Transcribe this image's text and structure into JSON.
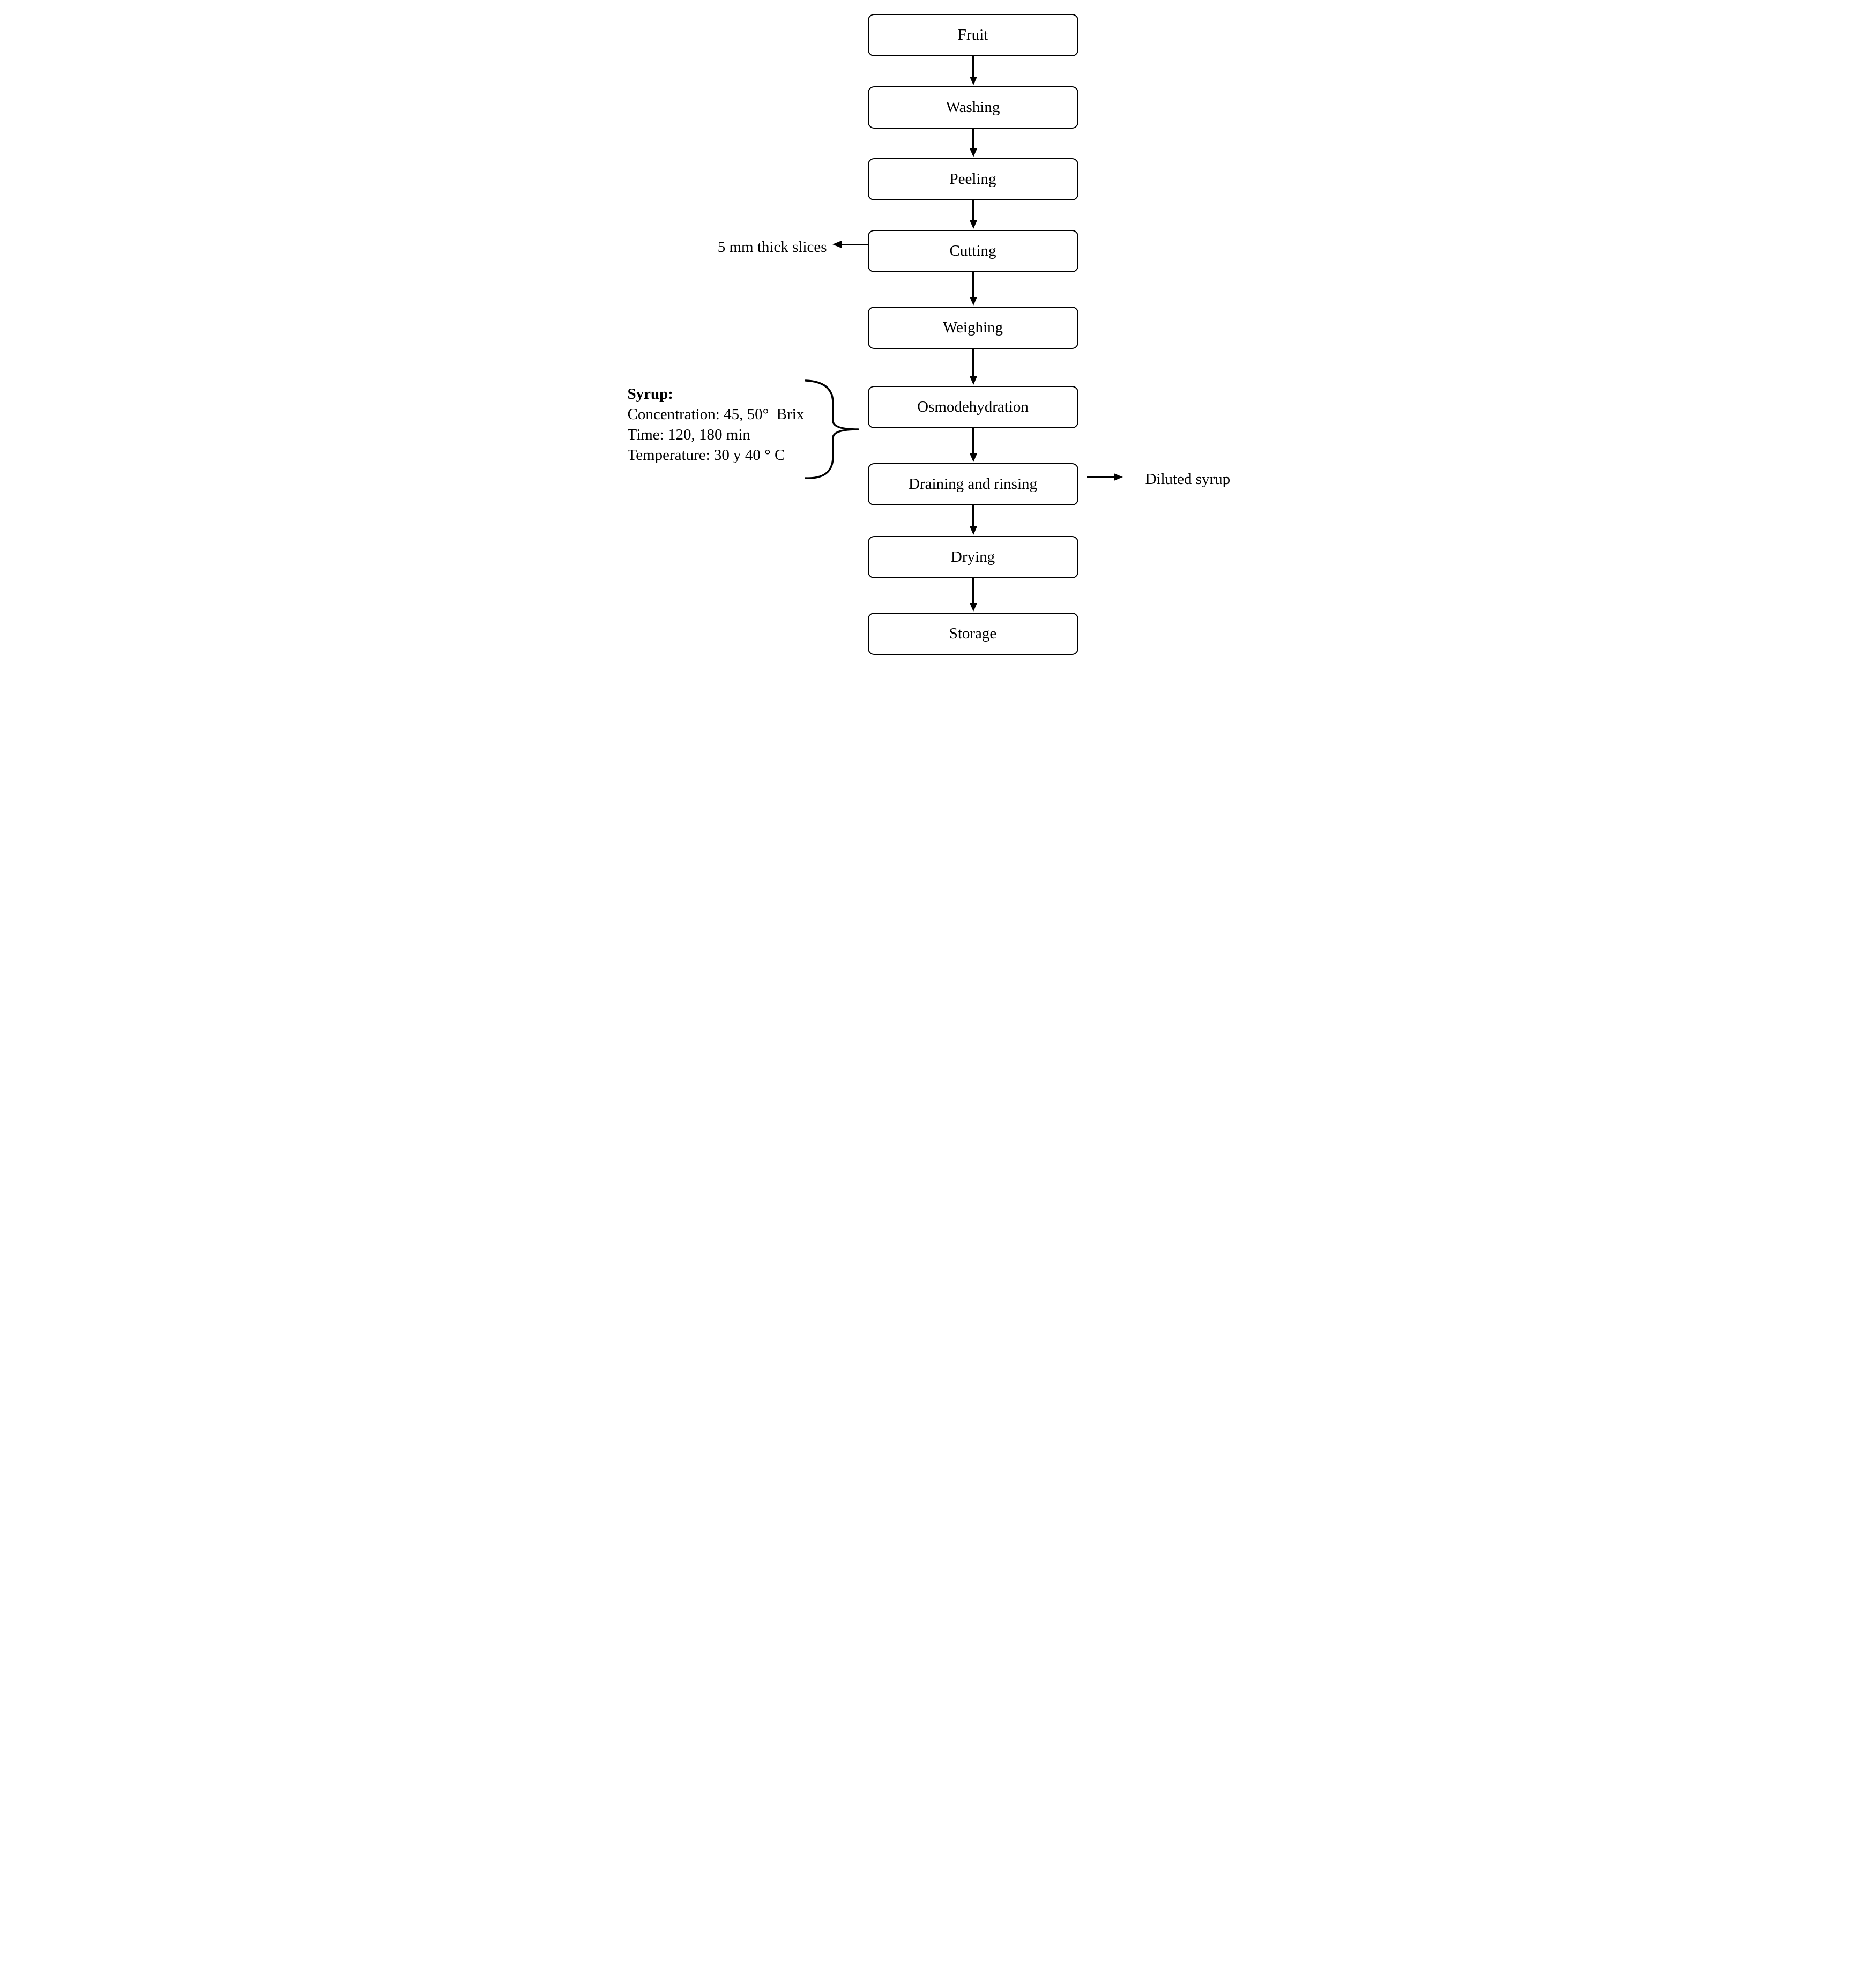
{
  "figure": {
    "background_color": "#ffffff",
    "line_color": "#000000",
    "box_fill_color": "#ffffff",
    "steps": [
      {
        "label": "Fruit"
      },
      {
        "label": "Washing"
      },
      {
        "label": "Peeling"
      },
      {
        "label": "Cutting"
      },
      {
        "label": "Weighing"
      },
      {
        "label": "Osmodehydration"
      },
      {
        "label": "Draining and rinsing"
      },
      {
        "label": "Drying"
      },
      {
        "label": "Storage"
      }
    ],
    "side_notes": {
      "cutting": {
        "text": "5 mm thick slices"
      },
      "draining": {
        "text": "Diluted syrup"
      }
    },
    "syrup_note": {
      "title": "Syrup:",
      "lines": [
        "Concentration: 45, 50°  Brix",
        "Time: 120, 180 min",
        "Temperature: 30 y 40 ° C"
      ]
    }
  }
}
